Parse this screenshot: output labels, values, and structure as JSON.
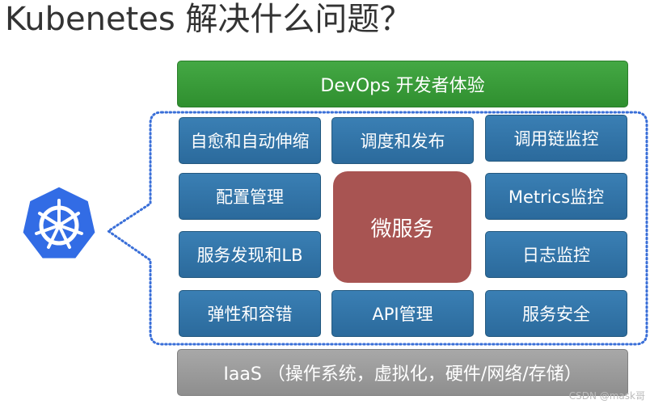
{
  "title": "Kubenetes 解决什么问题？",
  "top_layer": "DevOps 开发者体验",
  "bottom_layer": "IaaS （操作系统，虚拟化，硬件/网络/存储）",
  "core": "微服务",
  "left_column": [
    "自愈和自动伸缩",
    "配置管理",
    "服务发现和LB",
    "弹性和容错"
  ],
  "center_column": [
    "调度和发布",
    "API管理"
  ],
  "right_column": [
    "调用链监控",
    "Metrics监控",
    "日志监控",
    "服务安全"
  ],
  "colors": {
    "devops": "#3a9e3a",
    "capability": "#2f72a7",
    "core": "#a85452",
    "iaas": "#9a9a9a",
    "frame": "#3a6fd8",
    "logo": "#326ce5"
  },
  "icons": [
    "kubernetes-logo-icon"
  ],
  "watermark": "CSDN @mask哥"
}
